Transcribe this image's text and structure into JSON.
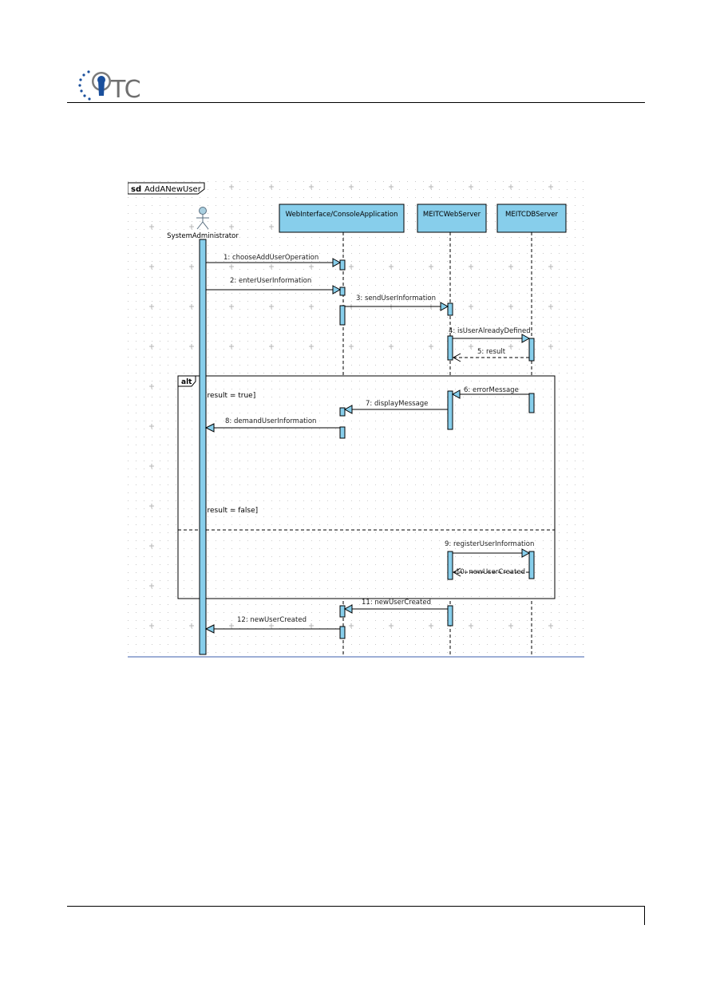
{
  "logo": {
    "text": "TC",
    "stars": "eu-stars"
  },
  "diagram": {
    "frame_kind": "sd",
    "frame_name": "AddANewUser",
    "actor": "SystemAdministrator",
    "participants": [
      "WebInterface/ConsoleApplication",
      "MEITCWebServer",
      "MEITCDBServer"
    ],
    "fragment": {
      "operator": "alt",
      "guard_true": "[result = true]",
      "guard_false": "[result = false]"
    },
    "messages": [
      "1: chooseAddUserOperation",
      "2: enterUserInformation",
      "3: sendUserInformation",
      "4: isUserAlreadyDefined",
      "5: result",
      "6: errorMessage",
      "7: displayMessage",
      "8: demandUserInformation",
      "9: registerUserInformation",
      "10: newUserCreated",
      "11: newUserCreated",
      "12: newUserCreated"
    ],
    "colors": {
      "box": "#87CEEB",
      "grid": "#c8c8c8",
      "bottom_rule": "#7d93c8",
      "logo_blue": "#1a4f9c"
    }
  }
}
